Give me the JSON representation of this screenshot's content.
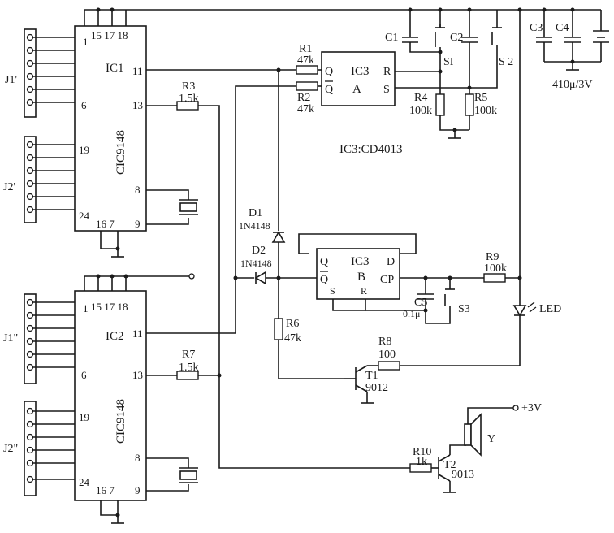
{
  "ics": {
    "ic1": {
      "name": "IC1",
      "part": "CIC9148",
      "pin_top": "15 17 18",
      "pin_1": "1",
      "pin_6": "6",
      "pin_19": "19",
      "pin_24": "24",
      "pin_11": "11",
      "pin_13": "13",
      "pin_8": "8",
      "pin_9": "9",
      "pin_bottom": "16  7"
    },
    "ic2": {
      "name": "IC2",
      "part": "CIC9148",
      "pin_top": "15 17 18",
      "pin_1": "1",
      "pin_6": "6",
      "pin_19": "19",
      "pin_24": "24",
      "pin_11": "11",
      "pin_13": "13",
      "pin_8": "8",
      "pin_9": "9",
      "pin_bottom": "16  7"
    },
    "ic3a": {
      "name": "IC3",
      "sub": "A",
      "q": "Q",
      "qbar": "Q",
      "r": "R",
      "s": "S"
    },
    "ic3b": {
      "name": "IC3",
      "sub": "B",
      "q": "Q",
      "qbar": "Q",
      "d": "D",
      "cp": "CP",
      "s": "S",
      "r": "R"
    },
    "ic3_note": "IC3:CD4013"
  },
  "connectors": {
    "j1a": "J1'",
    "j2a": "J2'",
    "j1b": "J1\"",
    "j2b": "J2\""
  },
  "resistors": {
    "r1": {
      "name": "R1",
      "value": "47k"
    },
    "r2": {
      "name": "R2",
      "value": "47k"
    },
    "r3": {
      "name": "R3",
      "value": "1.5k"
    },
    "r4": {
      "name": "R4",
      "value": "100k"
    },
    "r5": {
      "name": "R5",
      "value": "100k"
    },
    "r6": {
      "name": "R6",
      "value": "47k"
    },
    "r7": {
      "name": "R7",
      "value": "1.5k"
    },
    "r8": {
      "name": "R8",
      "value": "100"
    },
    "r9": {
      "name": "R9",
      "value": "100k"
    },
    "r10": {
      "name": "R10",
      "value": "1k"
    }
  },
  "capacitors": {
    "c1": "C1",
    "c2": "C2",
    "c3": "C3",
    "c4": "C4",
    "c5": {
      "name": "C5",
      "value": "0.1μ"
    },
    "supply_cap": "410μ/3V"
  },
  "switches": {
    "s1": "SI",
    "s2": "S 2",
    "s3": "S3"
  },
  "diodes": {
    "d1": {
      "name": "D1",
      "part": "1N4148"
    },
    "d2": {
      "name": "D2",
      "part": "1N4148"
    },
    "led": "LED"
  },
  "transistors": {
    "t1": {
      "name": "T1",
      "part": "9012"
    },
    "t2": {
      "name": "T2",
      "part": "9013"
    }
  },
  "speaker": "Y",
  "supply": "+3V"
}
